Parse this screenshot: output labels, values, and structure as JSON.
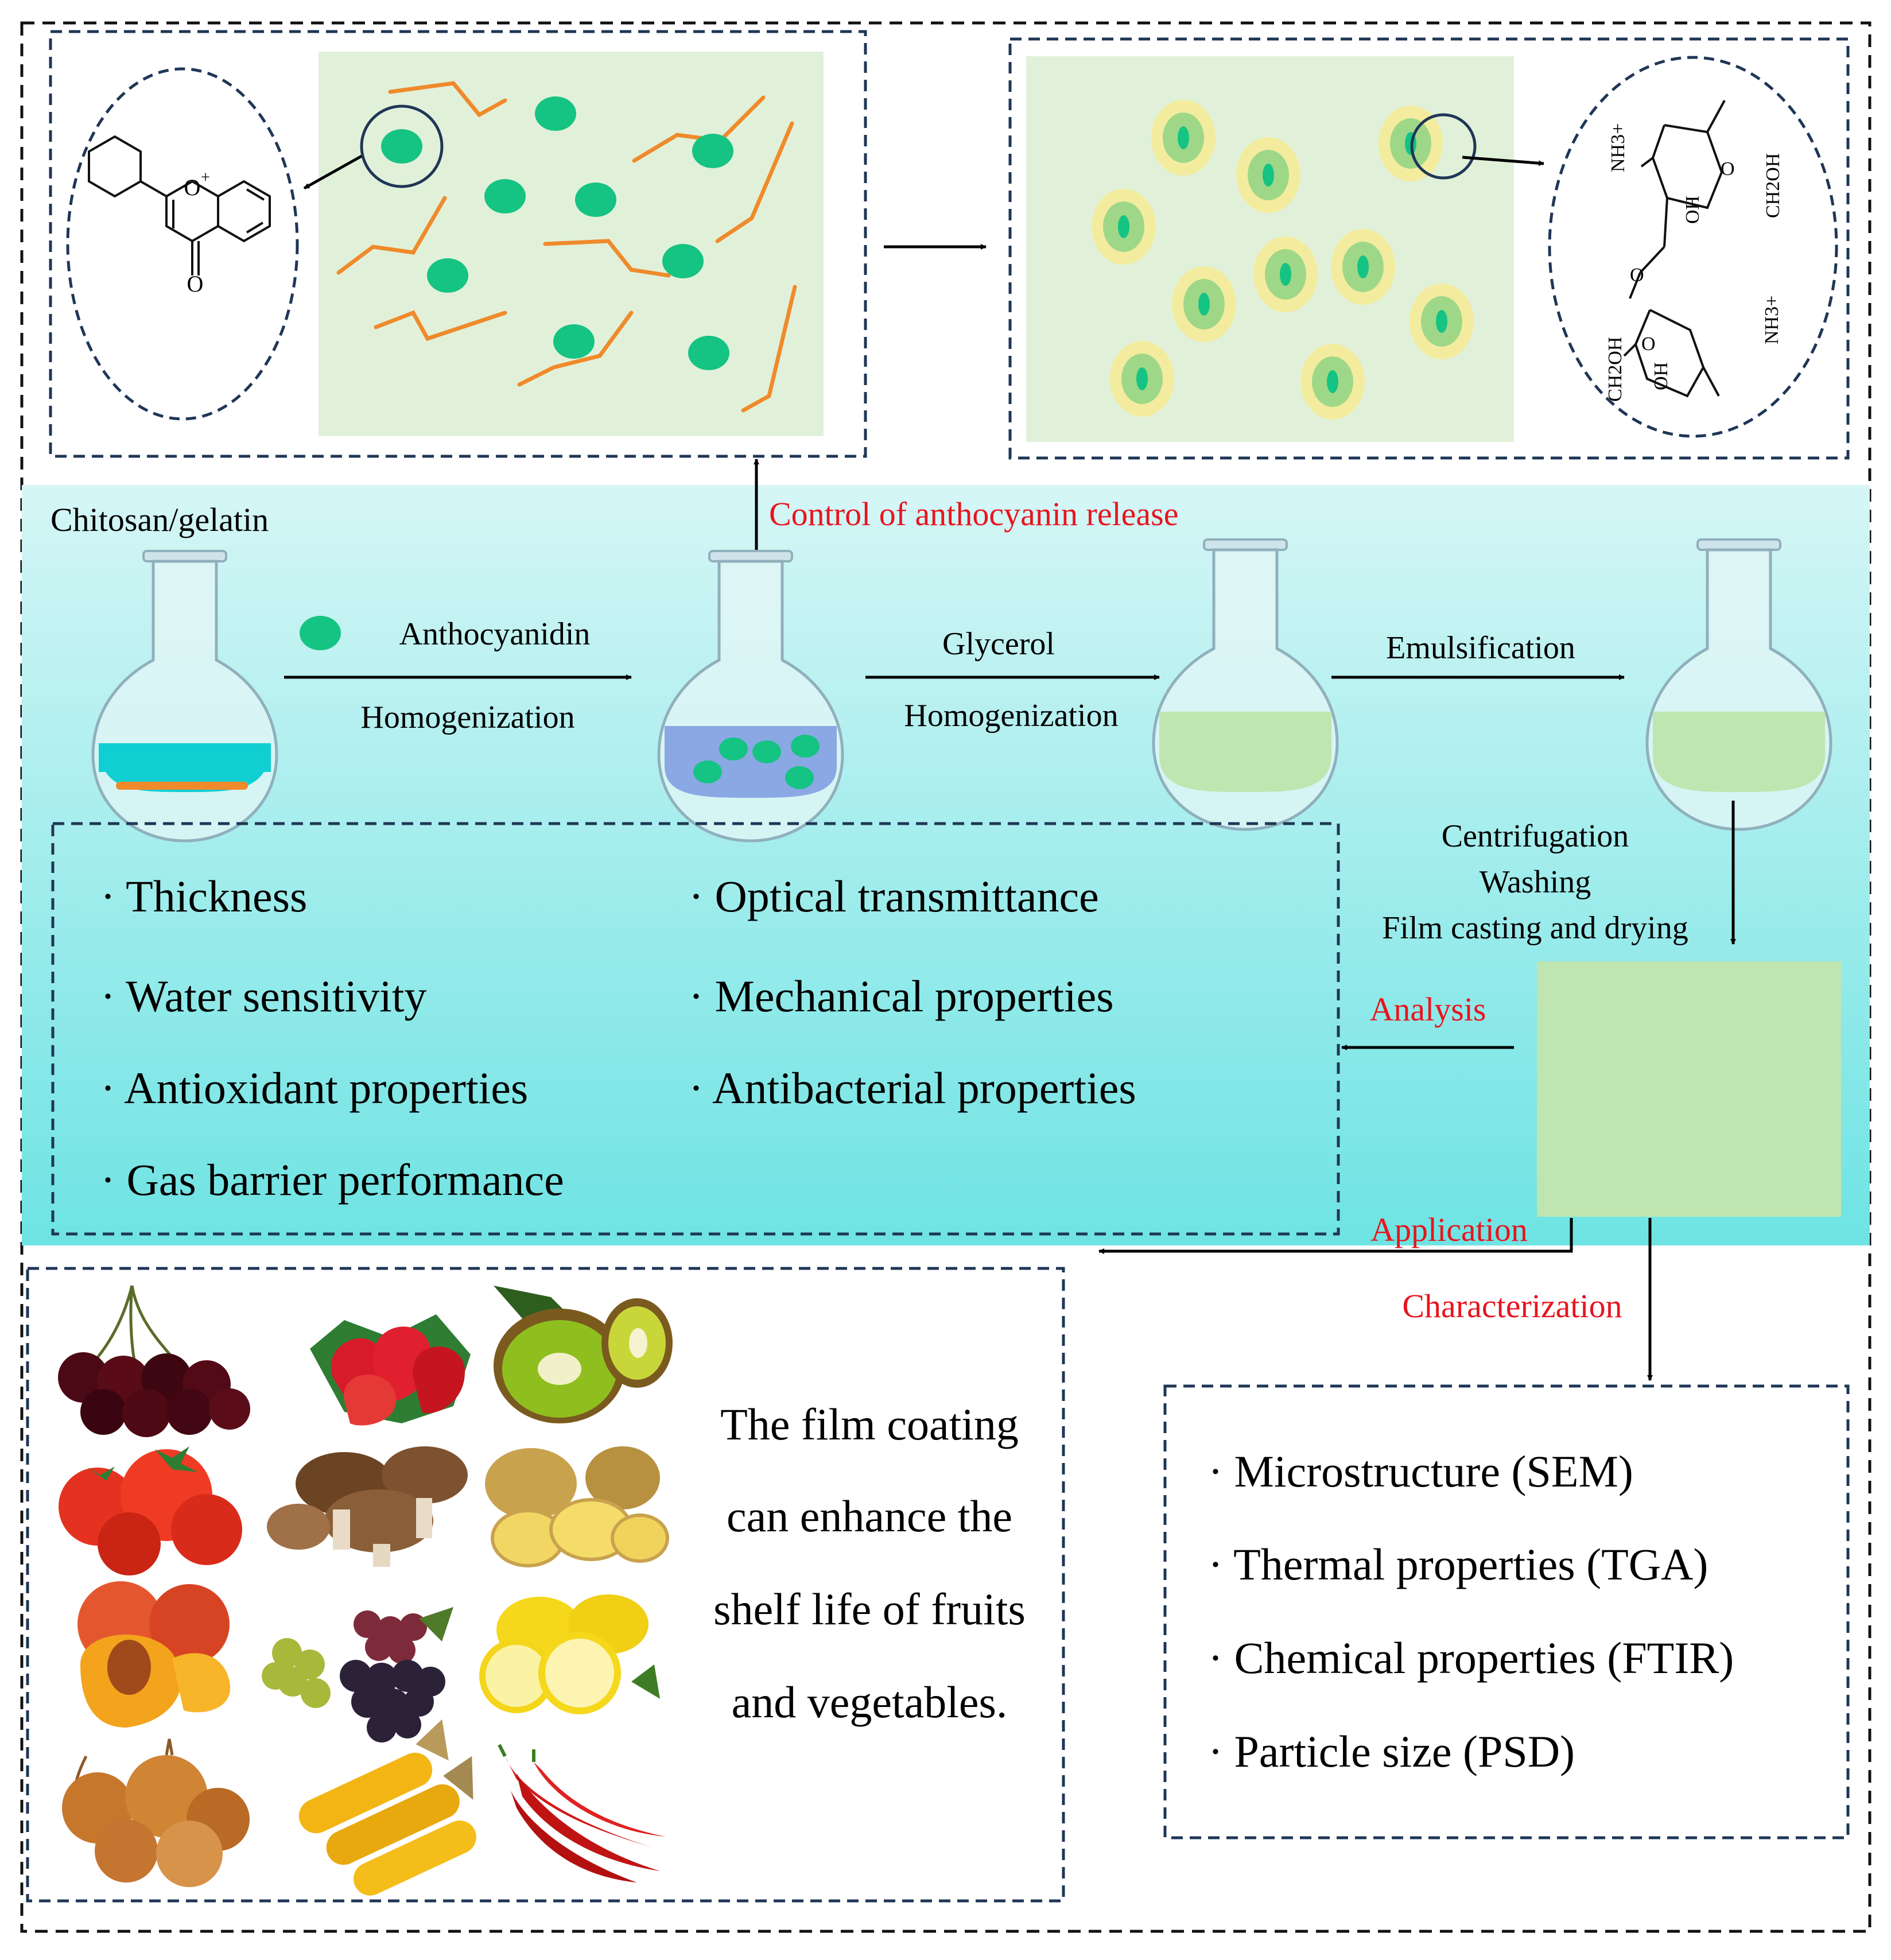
{
  "colors": {
    "teal_band_top": "#d6f6f6",
    "teal_band_bottom": "#6ee3e3",
    "panel_green": "#e1f1d9",
    "particle_green": "#15c383",
    "fiber_orange": "#f08a2b",
    "film_green": "#bfe5b1",
    "shell_yellow": "#f3ec9e",
    "dash_navy": "#1f3656",
    "label_red": "#e8141e",
    "solution_blue": "#8aa8e4",
    "solution_cyan": "#10cfd2"
  },
  "structure_left": {
    "atom_o_ring": "O",
    "atom_o_ring_charge": "+",
    "atom_o_carbonyl": "O"
  },
  "structure_right": {
    "nh3_top": "NH3+",
    "ch2oh_top": "CH2OH",
    "oh_top": "OH",
    "bridge_o": "O",
    "ring_o_top": "O",
    "ch2oh_bottom": "CH2OH",
    "oh_bottom": "OH",
    "nh3_bottom": "NH3+",
    "ring_o_bottom": "O"
  },
  "process": {
    "chitosan_label": "Chitosan/gelatin",
    "control_label": "Control of anthocyanin release",
    "step1_top": "Anthocyanidin",
    "step1_bottom": "Homogenization",
    "step2_top": "Glycerol",
    "step2_bottom": "Homogenization",
    "step3_top": "Emulsification",
    "post_steps": [
      "Centrifugation",
      "Washing",
      "Film casting and drying"
    ],
    "analysis_label": "Analysis",
    "application_label": "Application",
    "characterization_label": "Characterization"
  },
  "analysis_items": [
    "· Thickness",
    "· Optical transmittance",
    "· Water sensitivity",
    "· Mechanical properties",
    "· Antioxidant properties",
    "· Antibacterial properties",
    "· Gas barrier performance"
  ],
  "application": {
    "caption_lines": [
      "The film coating",
      "can enhance the",
      "shelf life of fruits",
      "and vegetables."
    ],
    "produce_icons": [
      "cherries-icon",
      "strawberries-icon",
      "kiwi-icon",
      "tomatoes-icon",
      "mushrooms-icon",
      "potatoes-icon",
      "peaches-icon",
      "grapes-icon",
      "lemons-icon",
      "onions-icon",
      "corn-icon",
      "chili-peppers-icon"
    ]
  },
  "characterization_items": [
    "· Microstructure (SEM)",
    "· Thermal properties (TGA)",
    "· Chemical properties (FTIR)",
    "· Particle size (PSD)"
  ]
}
